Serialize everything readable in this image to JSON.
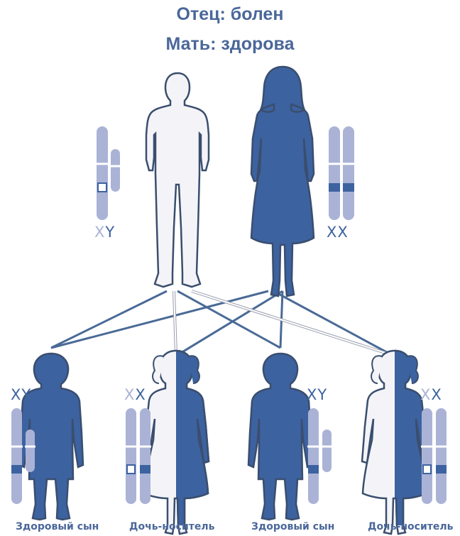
{
  "titles": {
    "father": "Отец: болен",
    "mother": "Мать: здорова"
  },
  "colors": {
    "figure_blue": "#3d62a0",
    "figure_outline": "#3a4e6e",
    "figure_white": "#f4f4f8",
    "chromosome": "#aab3d6",
    "allele_normal": "#3d62a0",
    "allele_affected": "#ffffff",
    "title_text": "#4a679a"
  },
  "parents": {
    "father": {
      "chromosomes": {
        "first": "X",
        "second": "Y"
      },
      "fill": "white"
    },
    "mother": {
      "chromosomes": {
        "first": "X",
        "second": "X"
      },
      "fill": "blue"
    }
  },
  "children": [
    {
      "caption": "Здоровый сын",
      "sex": "male",
      "chromosomes": {
        "first": "X",
        "second": "Y"
      }
    },
    {
      "caption": "Дочь-носитель",
      "sex": "female",
      "chromosomes": {
        "first": "X",
        "second": "X"
      }
    },
    {
      "caption": "Здоровый сын",
      "sex": "male",
      "chromosomes": {
        "first": "X",
        "second": "Y"
      }
    },
    {
      "caption": "Дочь-носитель",
      "sex": "female",
      "chromosomes": {
        "first": "X",
        "second": "X"
      }
    }
  ]
}
